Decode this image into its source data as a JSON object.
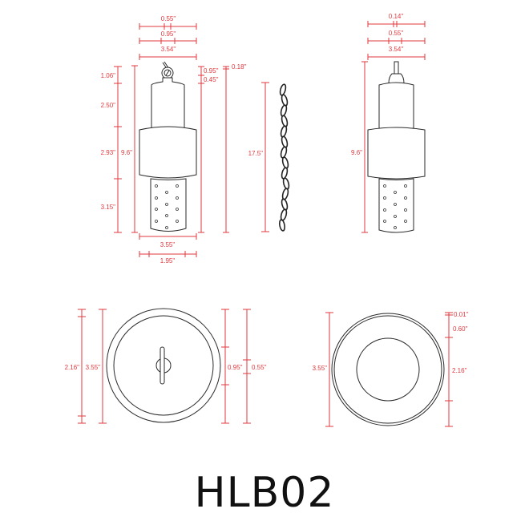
{
  "title": "HLB02",
  "colors": {
    "dimension": "#e0393e",
    "outline": "#2a2a2a",
    "title": "#111111"
  },
  "front_view": {
    "top_dims": [
      "0.55\"",
      "0.95\"",
      "3.54\""
    ],
    "left_dims": [
      "1.06\"",
      "2.50\"",
      "2.93\"",
      "3.15\""
    ],
    "overall_height": "9.6\"",
    "right_dims": [
      "0.95\"",
      "0.45\""
    ],
    "right_outer": "0.18\"",
    "bottom_dims": [
      "3.55\"",
      "1.95\""
    ]
  },
  "chain_view": {
    "length": "17.5\""
  },
  "side_view": {
    "top_dims": [
      "0.14\"",
      "0.55\"",
      "3.54\""
    ],
    "overall_height": "9.6\""
  },
  "top_view": {
    "left_dims": [
      "2.16\"",
      "3.55\""
    ],
    "right_dims": [
      "0.95\"",
      "0.55\""
    ]
  },
  "bottom_view": {
    "left_dims": [
      "3.55\""
    ],
    "right_dims": [
      "0.01\"",
      "0.60\"",
      "2.16\""
    ]
  }
}
